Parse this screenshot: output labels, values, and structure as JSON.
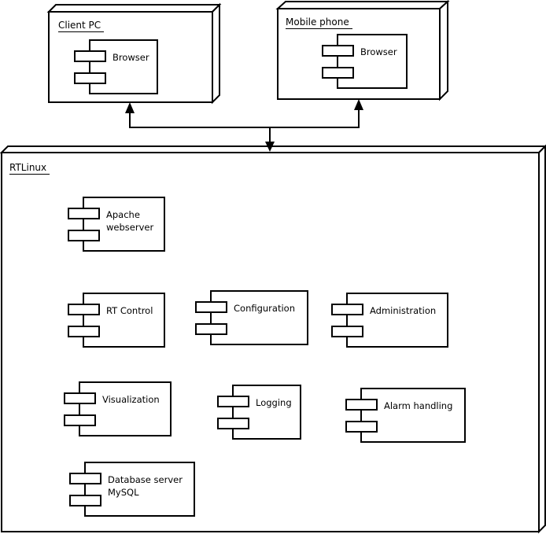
{
  "diagram_type": "UML deployment diagram",
  "nodes": {
    "client_pc": {
      "label": "Client PC"
    },
    "mobile_phone": {
      "label": "Mobile phone"
    },
    "rtlinux": {
      "label": "RTLinux"
    }
  },
  "components": {
    "client_browser": {
      "label": "Browser"
    },
    "mobile_browser": {
      "label": "Browser"
    },
    "apache": {
      "line1": "Apache",
      "line2": "webserver"
    },
    "rt_control": {
      "label": "RT Control"
    },
    "configuration": {
      "label": "Configuration"
    },
    "administration": {
      "label": "Administration"
    },
    "visualization": {
      "label": "Visualization"
    },
    "logging": {
      "label": "Logging"
    },
    "alarm_handling": {
      "label": "Alarm handling"
    },
    "database": {
      "line1": "Database server",
      "line2": "MySQL"
    }
  },
  "connections": {
    "count": "3",
    "style": "solid black arrows linking Client PC and Mobile phone to RTLinux"
  },
  "colors": {
    "line": "#000000",
    "background": "#ffffff"
  }
}
